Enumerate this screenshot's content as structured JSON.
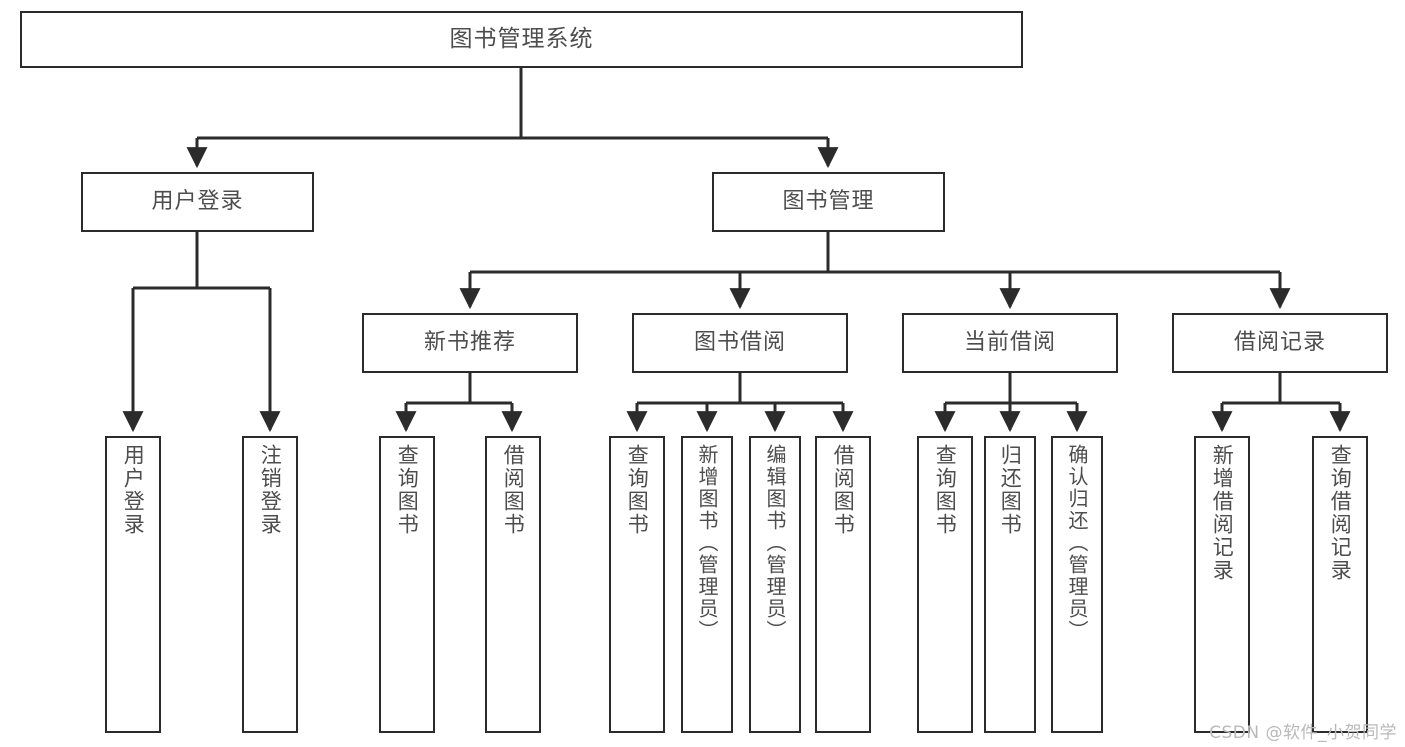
{
  "diagram": {
    "title": "图书管理系统",
    "type": "tree",
    "colors": {
      "box_border": "#2b2b2b",
      "box_fill": "#ffffff",
      "text": "#4d4d4d",
      "connector": "#2b2b2b",
      "watermark": "#b9b9b9",
      "background": "#ffffff"
    },
    "root": {
      "label": "图书管理系统"
    },
    "level2": [
      {
        "label": "用户登录"
      },
      {
        "label": "图书管理"
      }
    ],
    "level3": [
      {
        "label": "新书推荐"
      },
      {
        "label": "图书借阅"
      },
      {
        "label": "当前借阅"
      },
      {
        "label": "借阅记录"
      }
    ],
    "leaves": {
      "user_login": [
        {
          "label": "用户登录"
        },
        {
          "label": "注销登录"
        }
      ],
      "new_book_recommend": [
        {
          "label": "查询图书"
        },
        {
          "label": "借阅图书"
        }
      ],
      "book_borrow": [
        {
          "label": "查询图书"
        },
        {
          "label": "新增图书（管理员）"
        },
        {
          "label": "编辑图书（管理员）"
        },
        {
          "label": "借阅图书"
        }
      ],
      "current_borrow": [
        {
          "label": "查询图书"
        },
        {
          "label": "归还图书"
        },
        {
          "label": "确认归还（管理员）"
        }
      ],
      "borrow_record": [
        {
          "label": "新增借阅记录"
        },
        {
          "label": "查询借阅记录"
        }
      ]
    },
    "watermark": "CSDN @软件_小贺同学"
  }
}
